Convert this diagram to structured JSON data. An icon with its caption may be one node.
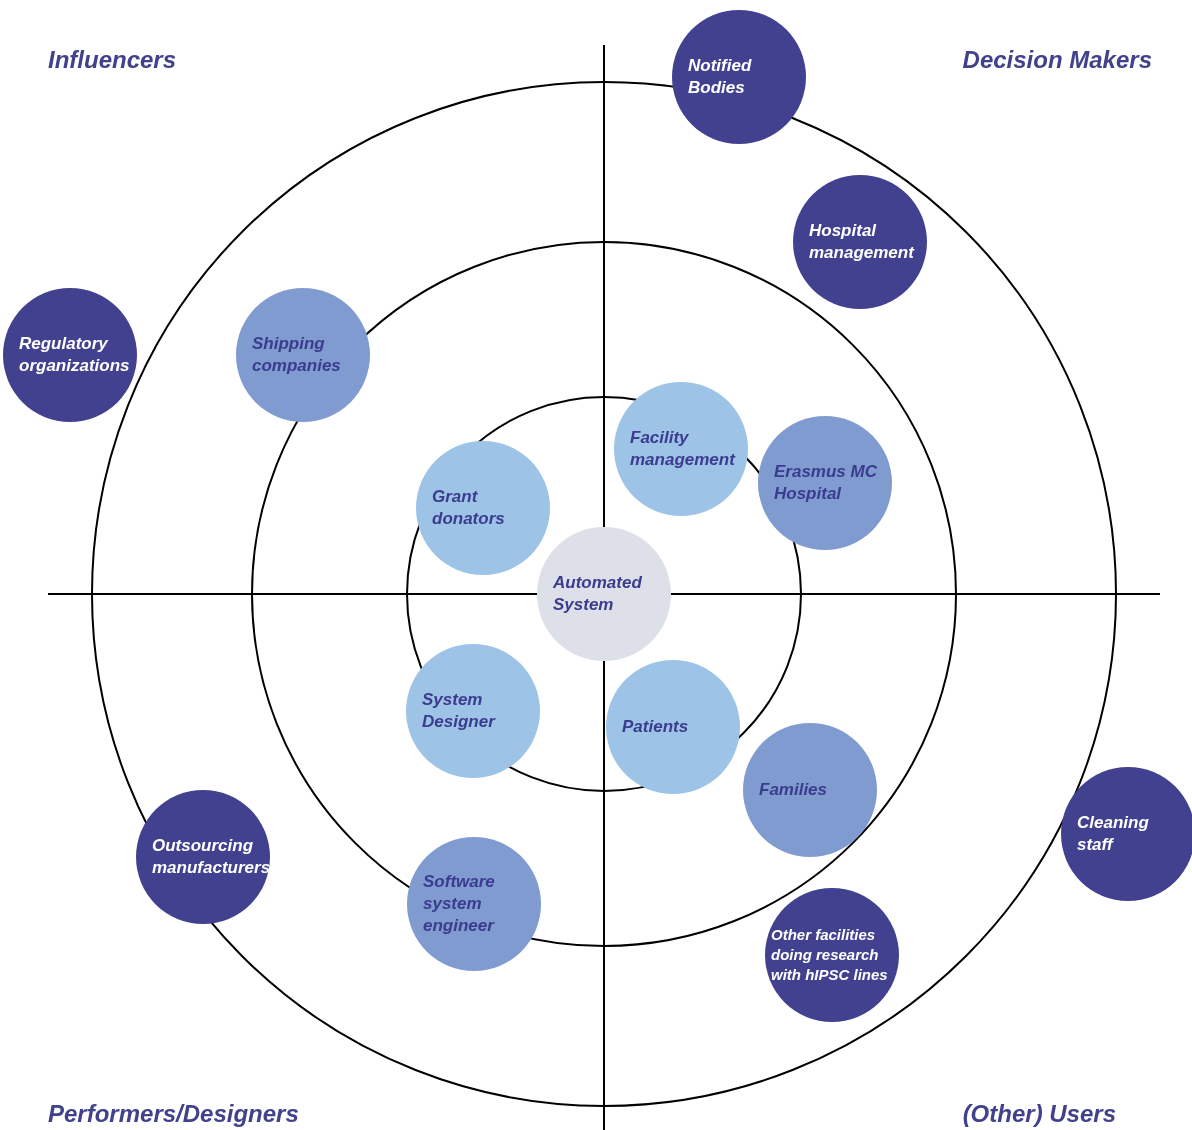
{
  "diagram": {
    "nodes": [
      {
        "text": [
          "Notified Bodies"
        ]
      },
      {
        "text": [
          "Hospital management"
        ]
      },
      {
        "text": [
          "Regulatory organizations"
        ]
      },
      {
        "text": [
          "Shipping companies"
        ]
      },
      {
        "text": [
          "Facility management"
        ]
      },
      {
        "text": [
          "Erasmus MC Hospital"
        ]
      },
      {
        "text": [
          "Grant donators"
        ]
      },
      {
        "text": [
          "Automated System"
        ]
      },
      {
        "text": [
          "System Designer"
        ]
      },
      {
        "text": [
          "Patients"
        ]
      },
      {
        "text": [
          "Families"
        ]
      },
      {
        "text": [
          "Cleaning staff"
        ]
      },
      {
        "text": [
          "Outsourcing manufacturers"
        ]
      },
      {
        "text": [
          "Software system engineer"
        ]
      },
      {
        "text": [
          "Other facilities doing research with hIPSC lines"
        ]
      }
    ],
    "edges": [],
    "labels": [
      "Influencers",
      "Decision Makers",
      "Performers/Designers",
      "(Other) Users"
    ]
  }
}
